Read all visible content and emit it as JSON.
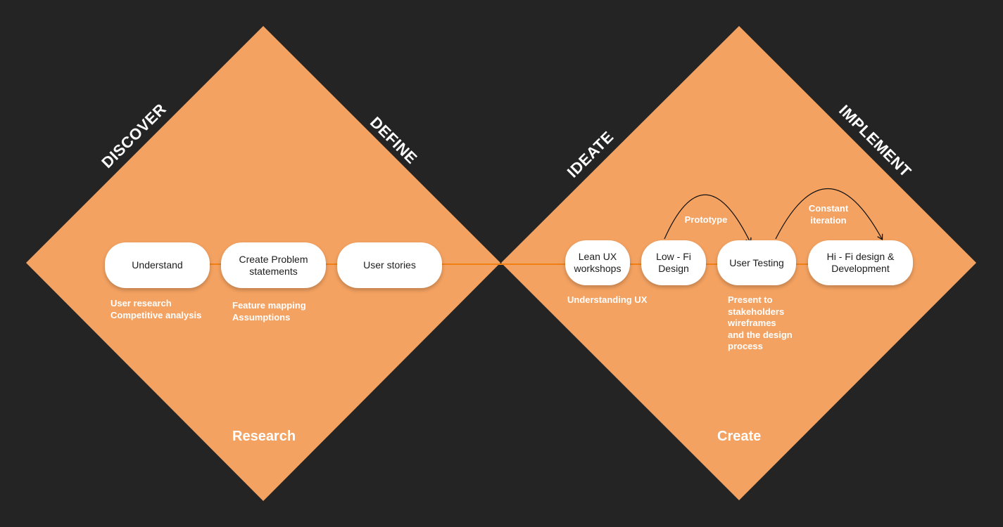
{
  "colors": {
    "background": "#242424",
    "diamond": "#f4a261",
    "connector": "#f07f14",
    "pill": "#ffffff",
    "pill_text": "#1c1c1c",
    "label": "#ffffff"
  },
  "phases": {
    "discover": "DISCOVER",
    "define": "DEFINE",
    "ideate": "IDEATE",
    "implement": "IMPLEMENT"
  },
  "sections": {
    "research": "Research",
    "create": "Create"
  },
  "steps": {
    "understand": "Understand",
    "problem_statements": "Create Problem\nstatements",
    "user_stories": "User stories",
    "lean_ux": "Lean UX\nworkshops",
    "low_fi": "Low - Fi\nDesign",
    "user_testing": "User Testing",
    "hi_fi": "Hi - Fi design &\nDevelopment"
  },
  "notes": {
    "understand": "User research\nCompetitive analysis",
    "problem_statements": "Feature mapping\nAssumptions",
    "lean_ux": "Understanding UX",
    "user_testing": "Present to\nstakeholders\nwireframes\nand the design\nprocess"
  },
  "loops": {
    "prototype": "Prototype",
    "constant_iteration": "Constant\niteration"
  }
}
